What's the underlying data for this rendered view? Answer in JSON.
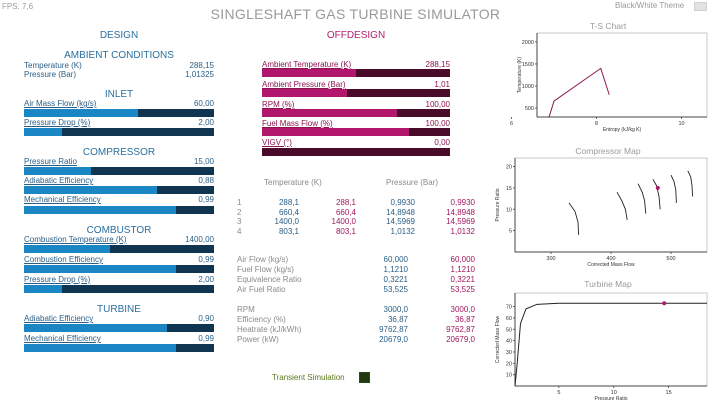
{
  "header": {
    "fps": "FPS: 7,6",
    "title": "SINGLESHAFT GAS TURBINE SIMULATOR",
    "theme_toggle": "Black/White Theme"
  },
  "design": {
    "title": "DESIGN",
    "ambient": {
      "title": "AMBIENT CONDITIONS",
      "temperature_label": "Temperature  (K)",
      "temperature_value": "288,15",
      "pressure_label": "Pressure  (Bar)",
      "pressure_value": "1,01325"
    },
    "inlet": {
      "title": "INLET",
      "airflow_label": "Air Mass Flow  (kg/s)",
      "airflow_value": "60,00",
      "airflow_fill": 0.6,
      "pdrop_label": "Pressure Drop  (%)",
      "pdrop_value": "2,00",
      "pdrop_fill": 0.2
    },
    "compressor": {
      "title": "COMPRESSOR",
      "pr_label": "Pressure Ratio",
      "pr_value": "15,00",
      "pr_fill": 0.35,
      "adeff_label": "Adiabatic Efficiency",
      "adeff_value": "0,88",
      "adeff_fill": 0.7,
      "mecheff_label": "Mechanical Efficiency",
      "mecheff_value": "0,99",
      "mecheff_fill": 0.8
    },
    "combustor": {
      "title": "COMBUSTOR",
      "temp_label": "Combustion Temperature  (K)",
      "temp_value": "1400,00",
      "temp_fill": 0.45,
      "eff_label": "Combustion Efficiency",
      "eff_value": "0,99",
      "eff_fill": 0.8,
      "pdrop_label": "Pressure Drop  (%)",
      "pdrop_value": "2,00",
      "pdrop_fill": 0.2
    },
    "turbine": {
      "title": "TURBINE",
      "adeff_label": "Adiabatic Efficiency",
      "adeff_value": "0,90",
      "adeff_fill": 0.75,
      "mecheff_label": "Mechanical Efficiency",
      "mecheff_value": "0,99",
      "mecheff_fill": 0.8
    }
  },
  "offdesign": {
    "title": "OFFDESIGN",
    "amb_temp_label": "Ambient Temperature  (K)",
    "amb_temp_value": "288,15",
    "amb_temp_fill": 0.5,
    "amb_press_label": "Ambient Pressure  (Bar)",
    "amb_press_value": "1,01",
    "amb_press_fill": 0.45,
    "rpm_label": "RPM  (%)",
    "rpm_value": "100,00",
    "rpm_fill": 0.72,
    "fuel_label": "Fuel Mass Flow  (%)",
    "fuel_value": "100,00",
    "fuel_fill": 0.78,
    "vigv_label": "VIGV  (°)",
    "vigv_value": "0,00",
    "vigv_fill": 0.0
  },
  "results": {
    "temp_header": "Temperature (K)",
    "press_header": "Pressure (Bar)",
    "stations": [
      {
        "n": "1",
        "t_design": "288,1",
        "t_off": "288,1",
        "p_design": "0,9930",
        "p_off": "0,9930"
      },
      {
        "n": "2",
        "t_design": "660,4",
        "t_off": "660,4",
        "p_design": "14,8948",
        "p_off": "14,8948"
      },
      {
        "n": "3",
        "t_design": "1400,0",
        "t_off": "1400,0",
        "p_design": "14,5969",
        "p_off": "14,5969"
      },
      {
        "n": "4",
        "t_design": "803,1",
        "t_off": "803,1",
        "p_design": "1,0132",
        "p_off": "1,0132"
      }
    ],
    "flows": [
      {
        "label": "Air Flow (kg/s)",
        "design": "60,000",
        "off": "60,000"
      },
      {
        "label": "Fuel Flow (kg/s)",
        "design": "1,1210",
        "off": "1,1210"
      },
      {
        "label": "Equivalence Ratio",
        "design": "0,3221",
        "off": "0,3221"
      },
      {
        "label": "Air Fuel Ratio",
        "design": "53,525",
        "off": "53,525"
      }
    ],
    "performance": [
      {
        "label": "RPM",
        "design": "3000,0",
        "off": "3000,0"
      },
      {
        "label": "Efficiency (%)",
        "design": "36,87",
        "off": "36,87"
      },
      {
        "label": "Heatrate (kJ/kWh)",
        "design": "9762,87",
        "off": "9762,87"
      },
      {
        "label": "Power (kW)",
        "design": "20679,0",
        "off": "20679,0"
      }
    ]
  },
  "transient": {
    "label": "Transient Simulation"
  },
  "colors": {
    "design_accent": "#1a86c4",
    "design_dark": "#0f3550",
    "offdesign_accent": "#b0176d",
    "offdesign_dark": "#4a0b2b"
  },
  "chart_data": [
    {
      "type": "line",
      "title": "T-S Chart",
      "xlabel": "Entropy (kJ/kg K)",
      "ylabel": "Temperature (K)",
      "x_ticks": [
        "6",
        "8",
        "10"
      ],
      "y_ticks": [
        "500",
        "1000",
        "1500",
        "2000"
      ],
      "xlim": [
        6.6,
        10.6
      ],
      "ylim": [
        300,
        2200
      ],
      "series": [
        {
          "points": [
            [
              6.88,
              288
            ],
            [
              7.0,
              660
            ],
            [
              8.1,
              1400
            ],
            [
              8.3,
              803
            ]
          ]
        }
      ]
    },
    {
      "type": "line",
      "title": "Compressor Map",
      "xlabel": "Corrected Mass Flow",
      "ylabel": "Pressure Ratio",
      "x_ticks": [
        "300",
        "400",
        "500"
      ],
      "y_ticks": [
        "5",
        "10",
        "15",
        "20"
      ],
      "xlim": [
        240,
        560
      ],
      "ylim": [
        0,
        22
      ],
      "speed_lines": [
        [
          [
            330,
            11.5
          ],
          [
            340,
            9.5
          ],
          [
            345,
            7
          ],
          [
            346,
            4
          ]
        ],
        [
          [
            410,
            14
          ],
          [
            418,
            12
          ],
          [
            424,
            10
          ],
          [
            427,
            7.5
          ]
        ],
        [
          [
            445,
            16
          ],
          [
            452,
            14
          ],
          [
            456,
            12
          ],
          [
            458,
            9
          ]
        ],
        [
          [
            470,
            17
          ],
          [
            476,
            15.5
          ],
          [
            480,
            13
          ],
          [
            482,
            10
          ]
        ],
        [
          [
            500,
            18
          ],
          [
            505,
            16.5
          ],
          [
            508,
            14.5
          ],
          [
            509,
            11.5
          ]
        ],
        [
          [
            528,
            19
          ],
          [
            533,
            17.5
          ],
          [
            535,
            15.5
          ],
          [
            536,
            13
          ]
        ]
      ],
      "operating_point": [
        478,
        15
      ]
    },
    {
      "type": "line",
      "title": "Turbine Map",
      "xlabel": "Pressure Ratio",
      "ylabel": "Corrected Mass Flow",
      "x_ticks": [
        "5",
        "10",
        "15"
      ],
      "y_ticks": [
        "10",
        "20",
        "30",
        "40",
        "50",
        "60",
        "70"
      ],
      "xlim": [
        1,
        18.5
      ],
      "ylim": [
        0,
        82
      ],
      "series": [
        {
          "points": [
            [
              1,
              0
            ],
            [
              1.2,
              20
            ],
            [
              1.5,
              55
            ],
            [
              2,
              68
            ],
            [
              3,
              72
            ],
            [
              5,
              73
            ],
            [
              18.5,
              73
            ]
          ]
        }
      ],
      "operating_point": [
        14.6,
        73
      ]
    }
  ]
}
